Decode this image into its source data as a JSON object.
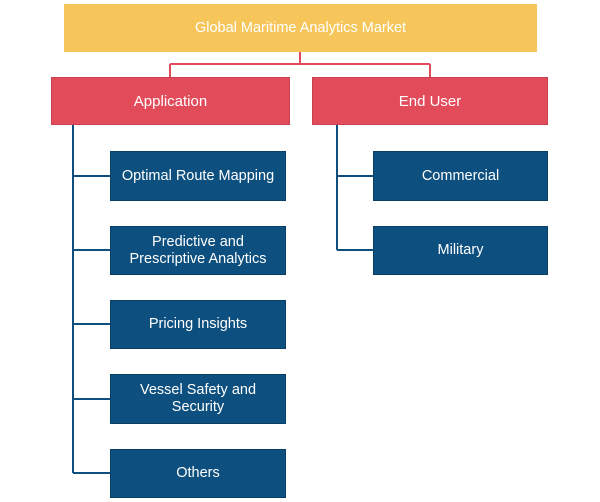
{
  "root": {
    "label": "Global Maritime Analytics Market"
  },
  "categories": [
    {
      "label": "Application",
      "children": [
        "Optimal Route Mapping",
        "Predictive and\nPrescriptive Analytics",
        "Pricing Insights",
        "Vessel Safety and\nSecurity",
        "Others"
      ]
    },
    {
      "label": "End User",
      "children": [
        "Commercial",
        "Military"
      ]
    }
  ],
  "colors": {
    "root": "#f6c65b",
    "category": "#e24b5a",
    "leaf": "#0d4f7e",
    "connector_top": "#e24b5a",
    "connector_tree": "#0d4f7e"
  }
}
